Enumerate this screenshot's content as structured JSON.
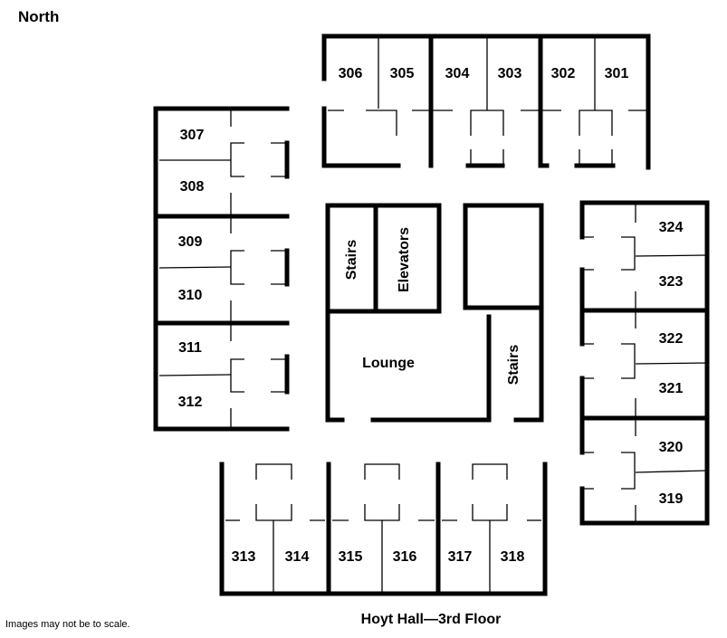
{
  "compass_label": "North",
  "building_title": "Hoyt Hall—3rd Floor",
  "scale_note": "Images may not be to scale.",
  "rooms": {
    "r301": "301",
    "r302": "302",
    "r303": "303",
    "r304": "304",
    "r305": "305",
    "r306": "306",
    "r307": "307",
    "r308": "308",
    "r309": "309",
    "r310": "310",
    "r311": "311",
    "r312": "312",
    "r313": "313",
    "r314": "314",
    "r315": "315",
    "r316": "316",
    "r317": "317",
    "r318": "318",
    "r319": "319",
    "r320": "320",
    "r321": "321",
    "r322": "322",
    "r323": "323",
    "r324": "324"
  },
  "spaces": {
    "stairs_1": "Stairs",
    "elevators": "Elevators",
    "lounge": "Lounge",
    "stairs_2": "Stairs"
  },
  "colors": {
    "walls": "#000000",
    "background": "#ffffff"
  }
}
